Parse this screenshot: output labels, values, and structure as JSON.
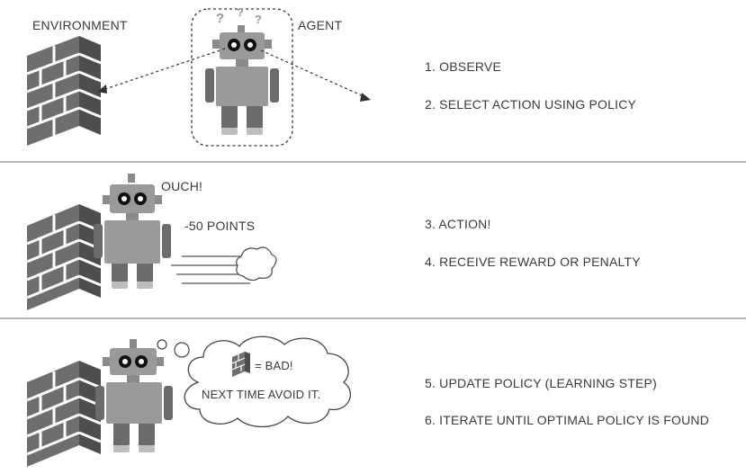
{
  "panel1": {
    "environment_label": "ENVIRONMENT",
    "agent_label": "AGENT",
    "question_marks": [
      "?",
      "?",
      "?"
    ],
    "steps": [
      "1.  OBSERVE",
      "2.  SELECT ACTION USING POLICY"
    ]
  },
  "panel2": {
    "exclamation": "OUCH!",
    "penalty": "-50 POINTS",
    "steps": [
      "3.  ACTION!",
      "4.  RECEIVE REWARD OR PENALTY"
    ]
  },
  "panel3": {
    "thought_line1": "= BAD!",
    "thought_line2": "NEXT TIME AVOID IT.",
    "steps": [
      "5.  UPDATE POLICY (LEARNING STEP)",
      "6.  ITERATE UNTIL OPTIMAL POLICY IS FOUND"
    ]
  },
  "colors": {
    "wall_front": "#6e6e6e",
    "wall_side": "#4d4d4d",
    "robot_body": "#9a9a9a",
    "robot_dark": "#6b6b6b",
    "robot_light": "#bdbdbd",
    "divider": "#b5b5b5"
  }
}
